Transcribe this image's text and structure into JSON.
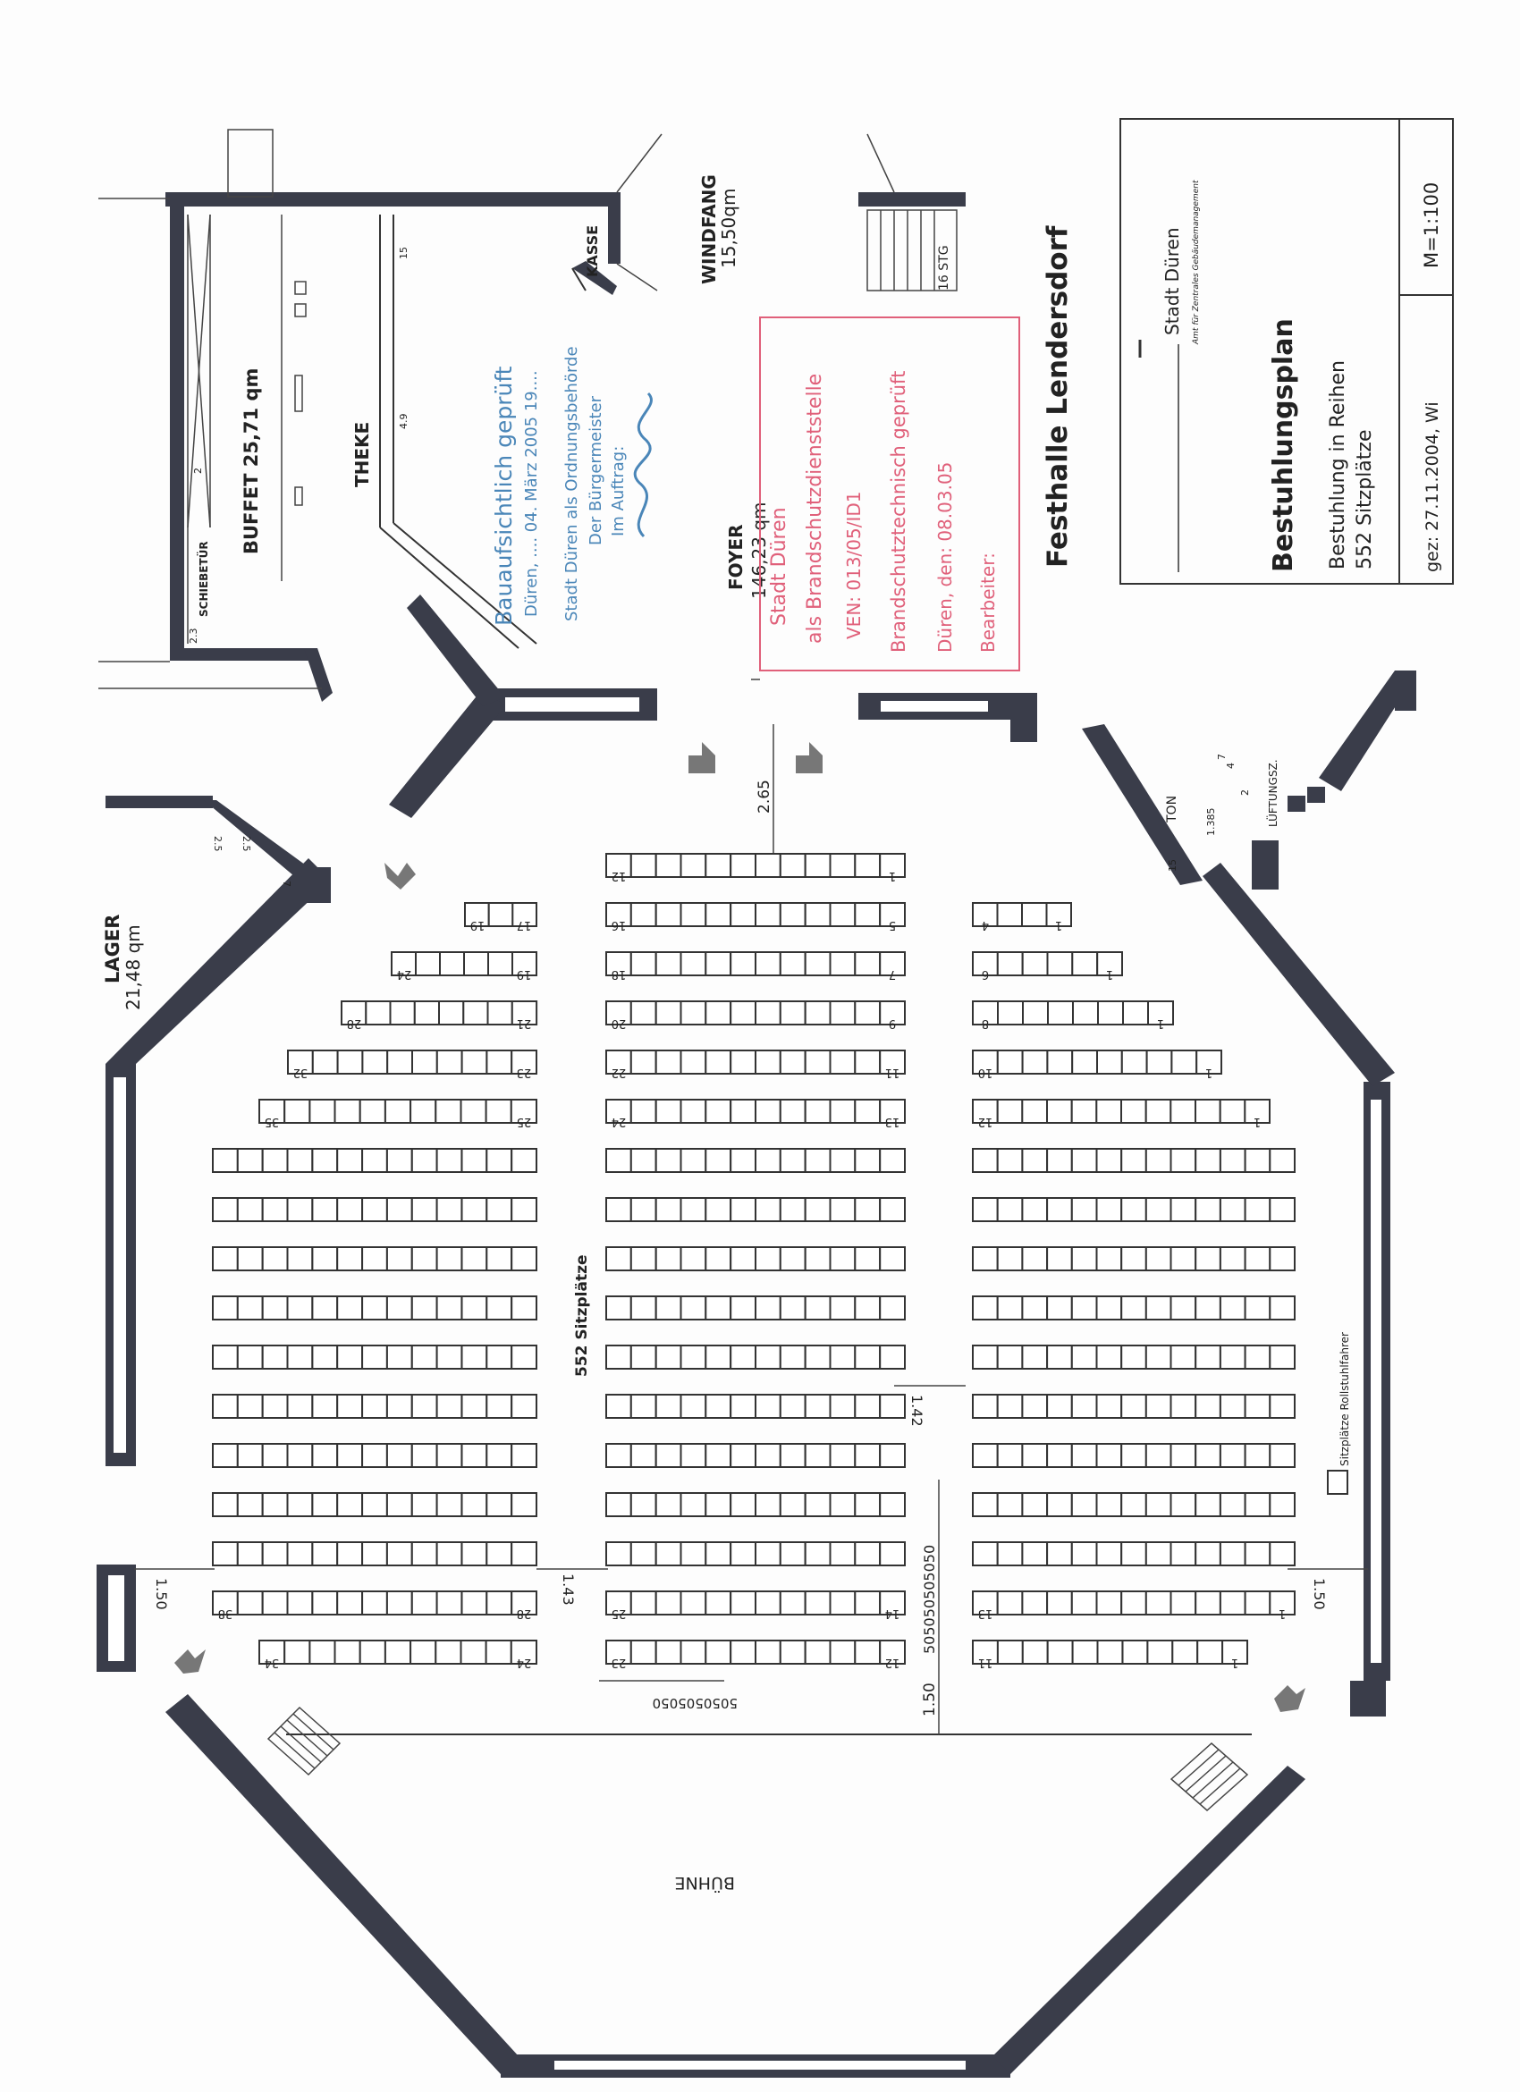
{
  "title": "Festhalle Lendersdorf",
  "title_block": {
    "org": "Stadt Düren",
    "org_sub": "Amt für Zentrales Gebäudemanagement",
    "plan_title": "Bestuhlungsplan",
    "plan_sub1": "Bestuhlung in Reihen",
    "plan_sub2": "552 Sitzplätze",
    "signed": "gez: 27.11.2004, Wi",
    "scale": "M=1:100"
  },
  "rooms": {
    "buffet": "BUFFET  25,71 qm",
    "theke": "THEKE",
    "kasse": "KASSE",
    "windfang_name": "WINDFANG",
    "windfang_area": "15,50qm",
    "foyer_name": "FOYER",
    "foyer_area": "146,23 qm",
    "lager_name": "LAGER",
    "lager_area": "21,48 qm",
    "buehne": "BÜHNE",
    "schiebetuer": "SCHIEBETÜR",
    "ton": "TON",
    "lueftung": "LÜFTUNGSZ.",
    "stairs_steps": "16 STG"
  },
  "center_label": "552 Sitzplätze",
  "legend": "Sitzplätze Rollstuhlfahrer",
  "dimensions": {
    "d265": "2.65",
    "d142": "1.42",
    "d150_left": "1.50",
    "d143": "1.43",
    "d150_right": "1.50",
    "d150_bottom": "1.50",
    "d050_row": "505050505050",
    "d050_col": "5050505050",
    "theke_a": "15",
    "theke_b": "4.9",
    "buffet_dim": "2.3",
    "ton_a": "1.385",
    "ton_b": "15",
    "lager_a": "2.5",
    "lager_b": "2.5",
    "lager_c": "7",
    "lueft_a": "2",
    "lueft_b": "4",
    "lueft_c": "7",
    "buffet_d": "2"
  },
  "stamp_blue": {
    "line1": "Bauaufsichtlich geprüft",
    "line2": "Düren, .... 04. März 2005 19....",
    "line3": "Stadt Düren als Ordnungsbehörde",
    "line4": "Der Bürgermeister",
    "line5": "Im Auftrag:"
  },
  "stamp_red": {
    "line1": "Stadt Düren",
    "line2": "als Brandschutzdienststelle",
    "line3": "VEN: 013/05/ID1",
    "line4": "Brandschutztechnisch geprüft",
    "line5": "Düren, den: 08.03.05",
    "line6": "Bearbeiter:"
  },
  "seat_numbers": {
    "left": [
      "17",
      "19",
      "19",
      "24",
      "21",
      "28",
      "23",
      "32",
      "25",
      "35",
      "28",
      "38",
      "24",
      "34"
    ],
    "center": [
      "12",
      "1",
      "16",
      "5",
      "18",
      "7",
      "20",
      "9",
      "22",
      "11",
      "24",
      "13",
      "25",
      "14",
      "23",
      "12"
    ],
    "right": [
      "4",
      "1",
      "6",
      "1",
      "8",
      "1",
      "10",
      "1",
      "12",
      "1",
      "13",
      "1",
      "11",
      "1"
    ]
  },
  "colors": {
    "wall": "#3a3d4a",
    "stamp_blue": "#4a86b8",
    "stamp_red": "#e0607a",
    "line": "#333333"
  }
}
